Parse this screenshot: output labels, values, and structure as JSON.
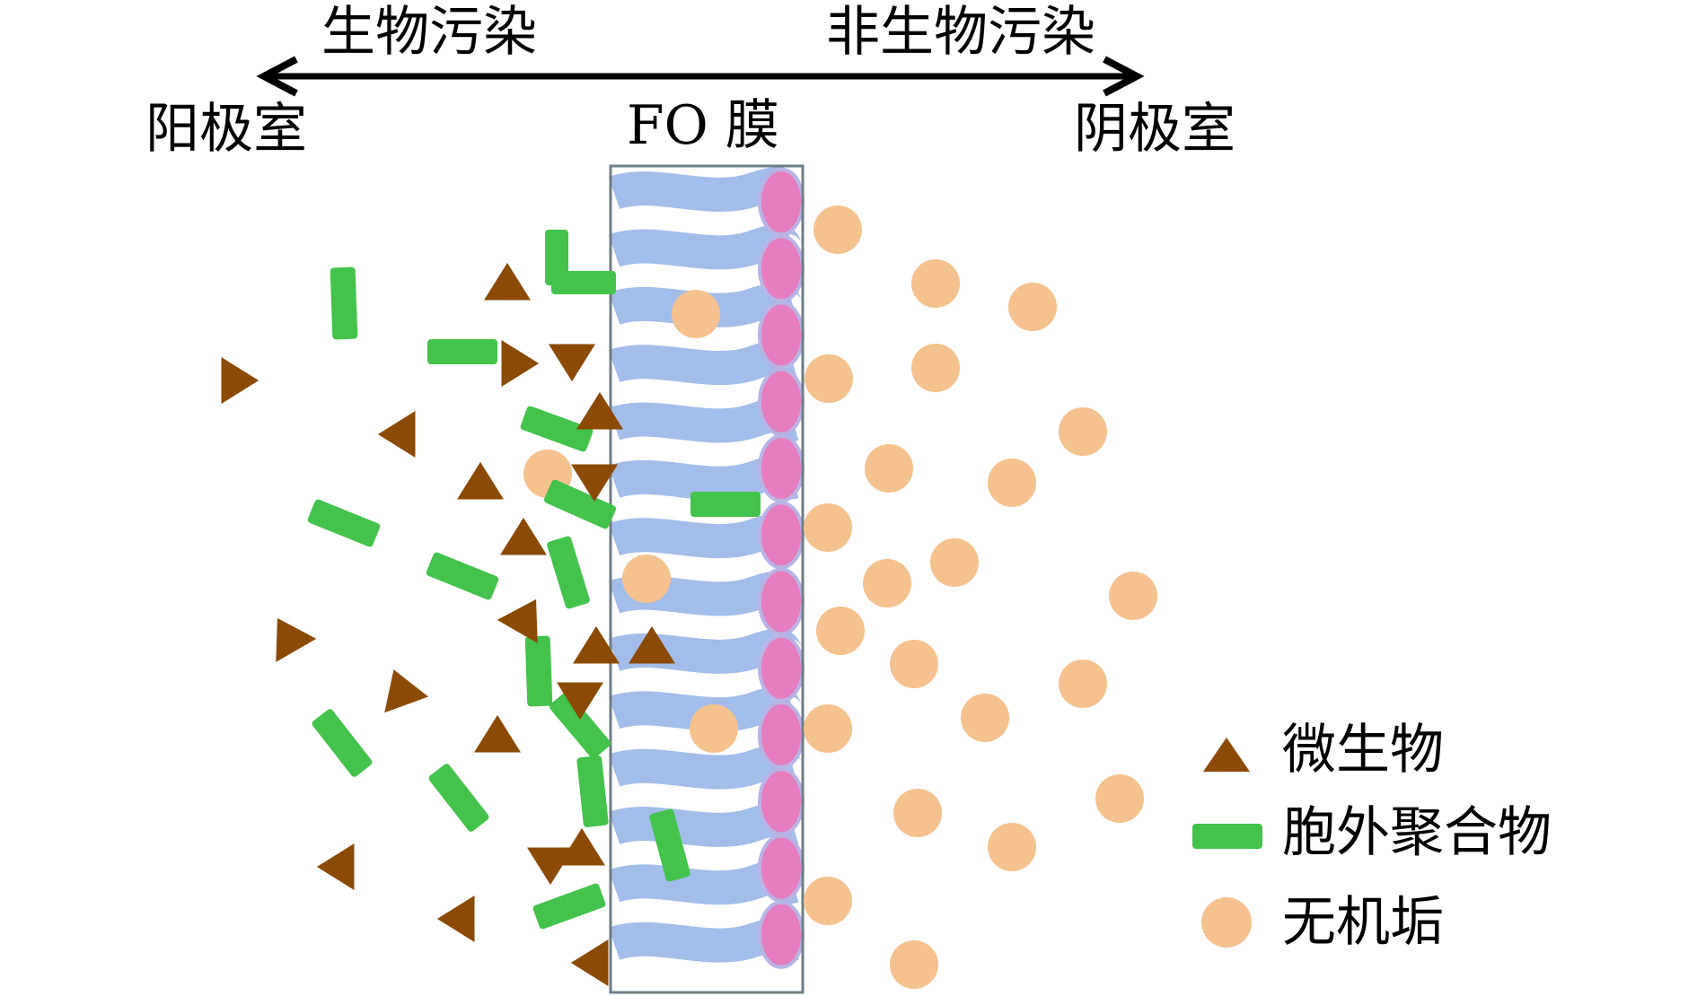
{
  "labels": {
    "bio_fouling": "生物污染",
    "abio_fouling": "非生物污染",
    "anode": "阳极室",
    "membrane": "FO 膜",
    "cathode": "阴极室"
  },
  "legend": {
    "microbe": "微生物",
    "eps": "胞外聚合物",
    "scale": "无机垢"
  },
  "colors": {
    "microbe": "#8B4A05",
    "eps": "#43C34B",
    "scale": "#F5C18E",
    "membrane_support": "#A3BDEA",
    "active_layer": "#E57DBE",
    "membrane_border": "#6C7E86",
    "arrow": "#000000"
  }
}
